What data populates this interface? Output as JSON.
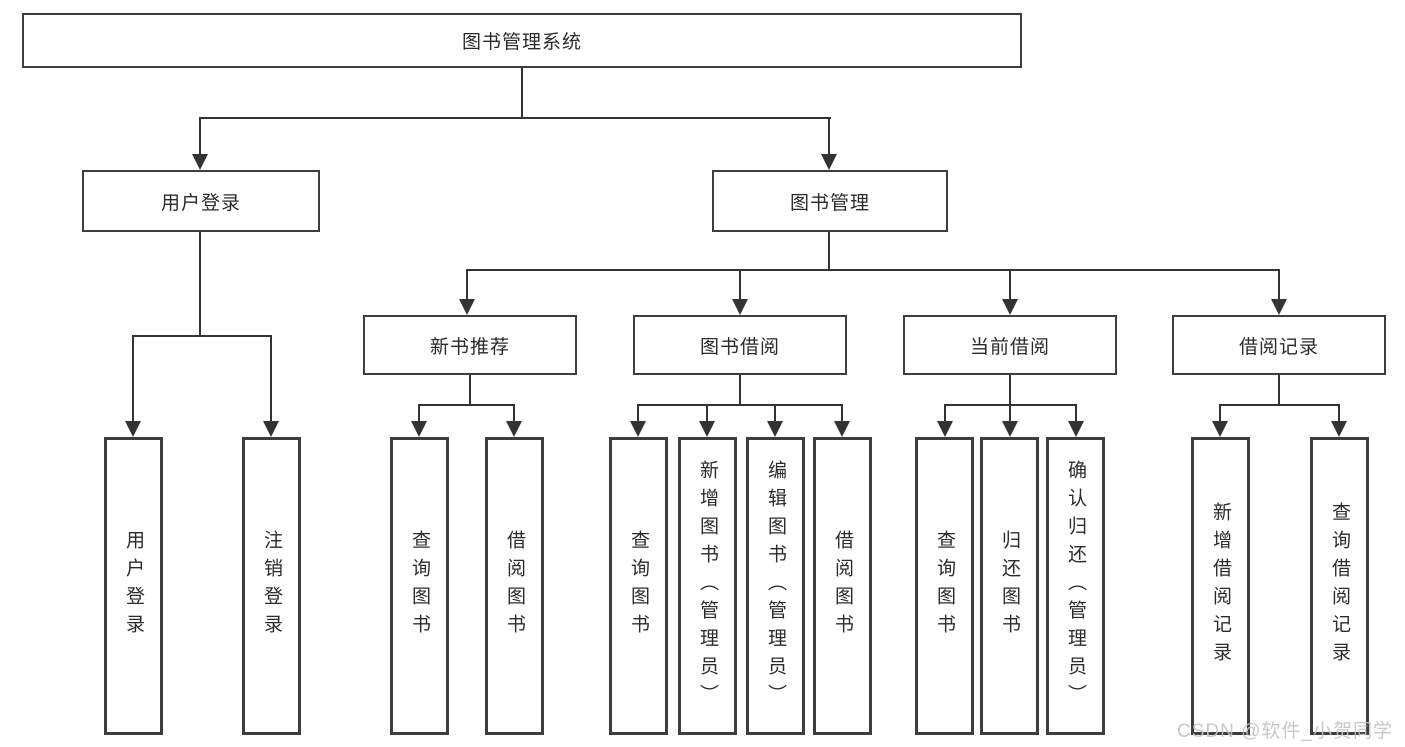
{
  "diagram": {
    "root": {
      "label": "图书管理系统",
      "children": [
        {
          "label": "用户登录",
          "children": [
            {
              "label": "用户登录"
            },
            {
              "label": "注销登录"
            }
          ]
        },
        {
          "label": "图书管理",
          "children": [
            {
              "label": "新书推荐",
              "children": [
                {
                  "label": "查询图书"
                },
                {
                  "label": "借阅图书"
                }
              ]
            },
            {
              "label": "图书借阅",
              "children": [
                {
                  "label": "查询图书"
                },
                {
                  "label": "新增图书（管理员）"
                },
                {
                  "label": "编辑图书（管理员）"
                },
                {
                  "label": "借阅图书"
                }
              ]
            },
            {
              "label": "当前借阅",
              "children": [
                {
                  "label": "查询图书"
                },
                {
                  "label": "归还图书"
                },
                {
                  "label": "确认归还（管理员）"
                }
              ]
            },
            {
              "label": "借阅记录",
              "children": [
                {
                  "label": "新增借阅记录"
                },
                {
                  "label": "查询借阅记录"
                }
              ]
            }
          ]
        }
      ]
    },
    "watermark": "CSDN @软件_小贺同学",
    "colors": {
      "background": "#ffffff",
      "border": "#3d3d3d",
      "line": "#333333",
      "text": "#2b2b2b",
      "watermark": "#c3c3c3"
    }
  }
}
